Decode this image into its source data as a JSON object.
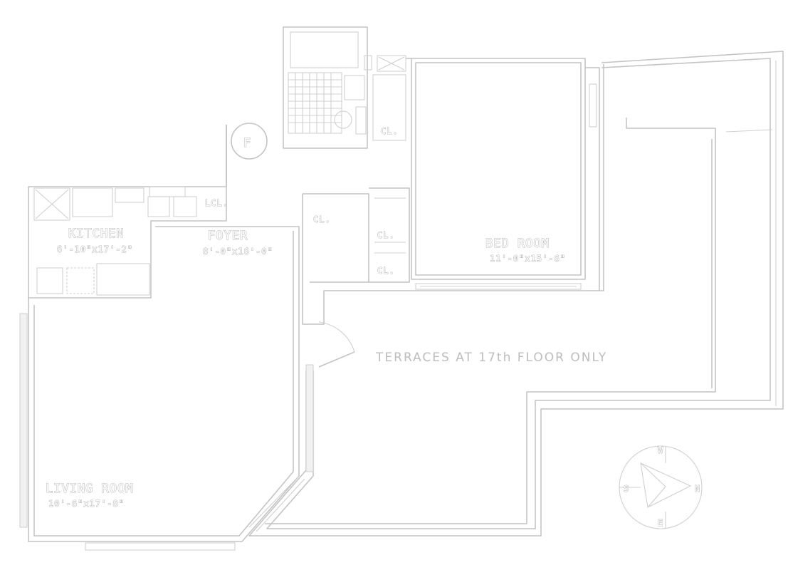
{
  "rooms": {
    "kitchen": {
      "name": "KITCHEN",
      "dims": "6'-10\"x17'-2\""
    },
    "foyer": {
      "name": "FOYER",
      "dims": "8'-0\"x16'-0\""
    },
    "bedroom": {
      "name": "BED ROOM",
      "dims": "11'-0\"x15'-6\""
    },
    "living": {
      "name": "LIVING ROOM",
      "dims": "10'-6\"x17'-8\""
    }
  },
  "closets": {
    "lcl": "LCL.",
    "cl_upper": "CL.",
    "cl_foyer": "CL.",
    "cl_right1": "CL.",
    "cl_right2": "CL."
  },
  "terrace_note": "TERRACES AT 17th FLOOR ONLY",
  "stair_letter": "F",
  "compass": {
    "n": "N",
    "s": "S",
    "e": "E",
    "w": "W"
  },
  "colors": {
    "line": "#c4c4c4",
    "background": "#ffffff"
  }
}
